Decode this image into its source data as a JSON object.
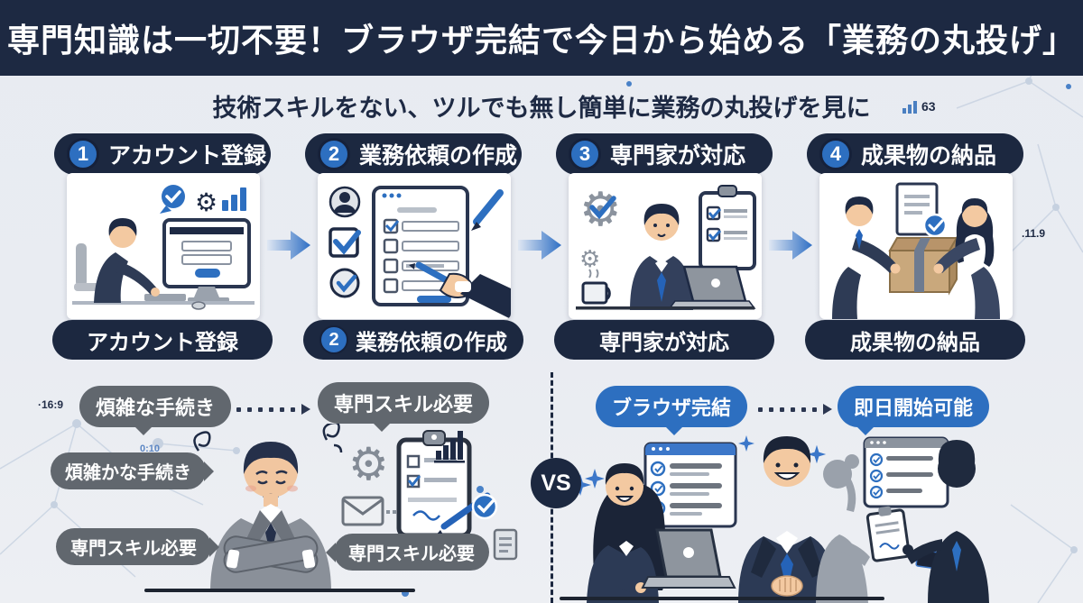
{
  "header": {
    "title": "専門知識は一切不要！ブラウザ完結で今日から始める「業務の丸投げ」"
  },
  "subtitle": {
    "text": "技術スキルをない、ツルでも無し簡単に業務の丸投げを見に",
    "stat_value": "63"
  },
  "steps": [
    {
      "number": "1",
      "title": "アカウント登録",
      "caption": "アカウント登録"
    },
    {
      "number": "2",
      "title": "業務依頼の作成",
      "caption": "業務依頼の作成",
      "caption_number": "2"
    },
    {
      "number": "3",
      "title": "専門家が対応",
      "caption": "専門家が対応"
    },
    {
      "number": "4",
      "title": "成果物の納品",
      "caption": "成果物の納品"
    }
  ],
  "comparison": {
    "vs_label": "VS",
    "left": {
      "ratio_label": "·16:9",
      "time_label": "0:10",
      "bubble_top_left": "煩雑な手続き",
      "bubble_top_right": "専門スキル必要",
      "bubble_mid_left": "煩雑かな手続き",
      "bubble_bottom_left": "専門スキル必要",
      "bubble_bottom_right": "専門スキル必要"
    },
    "right": {
      "bubble_left": "ブラウザ完結",
      "bubble_right": "即日開始可能"
    }
  },
  "annotations": {
    "side_value": ".11.9"
  },
  "icons": [
    "bar-chart-icon",
    "check-icon",
    "gear-icon",
    "arrow-right-icon",
    "dotted-arrow-icon",
    "envelope-icon",
    "clipboard-icon",
    "pen-icon",
    "sparkle-icon",
    "vs-badge"
  ],
  "colors": {
    "header_bg": "#1d2942",
    "pill_bg": "#1c2840",
    "accent_blue": "#2d6fc0",
    "gray_bubble": "#61676e",
    "background": "#e9edf2",
    "card_bg": "#ffffff"
  }
}
